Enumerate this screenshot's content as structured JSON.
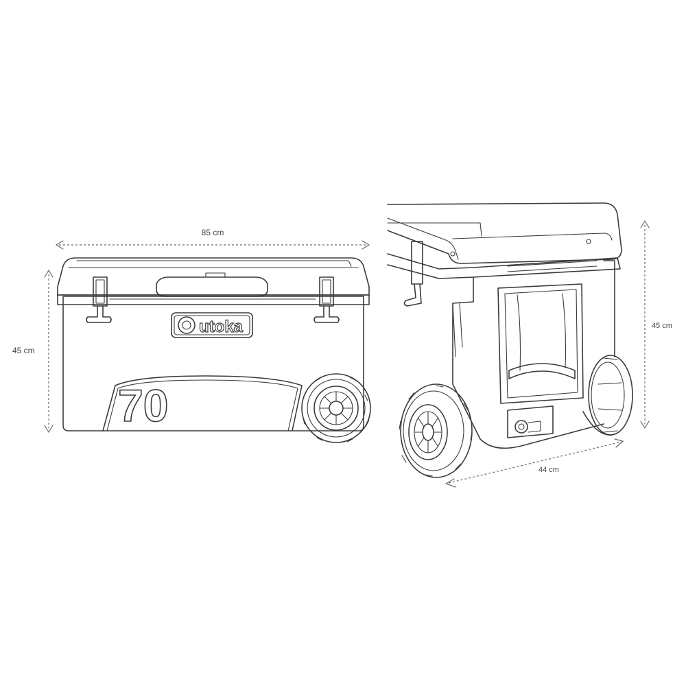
{
  "dimensions": {
    "front_width": "85 cm",
    "front_height": "45 cm",
    "side_height": "45 cm",
    "side_depth": "44 cm"
  },
  "product": {
    "brand": "utoka",
    "model_number": "70"
  },
  "colors": {
    "line": "#3b3b3b",
    "dimension_line": "#6a6a6a",
    "background": "#ffffff"
  }
}
